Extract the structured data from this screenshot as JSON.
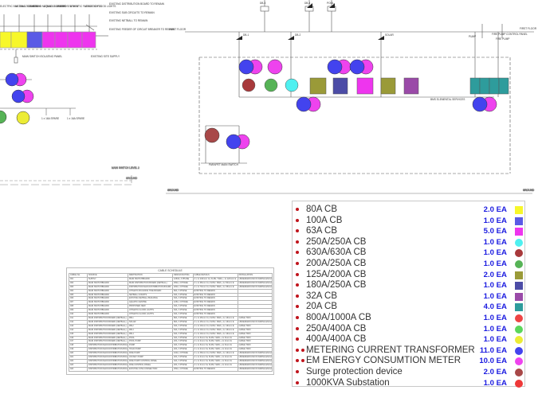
{
  "diagram": {
    "labels": {
      "first_floor_left": "FIRST FLOOR",
      "first_floor_right": "FIRST FLOOR",
      "ground_left": "GROUND",
      "ground_mid": "GROUND",
      "ground_right": "GROUND"
    },
    "top_panel_names": [
      "ELECTRIC BUILDING TIDE BOARD",
      "NETBALL COURTS",
      "EXISTING NETBALL BUILDING",
      "AQUATIC CENTRE",
      "PROPOSED NEW",
      "ATHLETIC FLOOD LIGHTS",
      "ATHLETIC FLOOD LIGHTS"
    ],
    "top_notes": [
      "EXISTING DISTRIBUTION BOARD TO REMAIN",
      "EXISTING SUB CIRCUITS TO REMAIN",
      "EXISTING NETBALL TO REMAIN",
      "EXISTING FEEDER OF CIRCUIT BREAKER TO REMAIN"
    ],
    "spare_labels": [
      "1 x 16A SPARE",
      "1 x 16A SPARE"
    ],
    "feeder_tags": [
      "DB-1",
      "DB-2",
      "SOLAR",
      "DB-3",
      "DB-4",
      "POOL",
      "PUMP",
      "FIRE PUMP CONTROL PANEL",
      "FIRE PUMP"
    ],
    "misc_labels": [
      "MAIN SWITCH ISOLATING PANEL",
      "PARAPET MAIN SWITCH",
      "EXISTING SITE SUPPLY",
      "MAIN SWITCH LEVEL 2",
      "BMS ELEMENTAL SERVICES"
    ]
  },
  "schedule": {
    "title": "CABLE SCHEDULE",
    "headers": [
      "CABLE No.",
      "SOURCE",
      "DESTINATION",
      "DESIGN RATING",
      "CABLE DETAILS",
      "INSTALLATION"
    ],
    "rows": [
      [
        "001",
        "SUPPLY",
        "MAIN SWITCHBOARD",
        "1250A, 3 PHASE",
        "4 x 1c 240mm² Cu XLPE / SWA + 1c 120mm² E",
        "UNDERGROUND IN WIRING ENCLOSURE"
      ],
      [
        "002",
        "MAIN SWITCHBOARD",
        "MAIN DISTRIBUTION BOARD (NETBALL)",
        "250A, 3 PHASE",
        "4 x 1c 95mm² Cu XLPE / SWA + 1c 50mm² E",
        "UNDERGROUND IN WIRING ENCLOSURE"
      ],
      [
        "003",
        "MAIN SWITCHBOARD",
        "DISTRIBUTION MAIN DISTRIBUTION BOARD",
        "200A, 3 PHASE",
        "4 x 1c 70mm² Cu XLPE / SWA + 1c 35mm² E",
        "UNDERGROUND IN WIRING ENCLOSURE"
      ],
      [
        "004",
        "MAIN SWITCHBOARD",
        "ATHLETIC BUILDING TIDE BOARD",
        "80A, 3 PHASE",
        "EXISTING TO REMAIN",
        ""
      ],
      [
        "005",
        "MAIN SWITCHBOARD",
        "NETBALL COURTS",
        "63A, 3 PHASE",
        "EXISTING TO REMAIN",
        ""
      ],
      [
        "006",
        "MAIN SWITCHBOARD",
        "EXISTING NETBALL BUILDING",
        "63A, 3 PHASE",
        "EXISTING TO REMAIN",
        ""
      ],
      [
        "007",
        "MAIN SWITCHBOARD",
        "AQUATIC CENTRE",
        "125A, 3 PHASE",
        "EXISTING TO REMAIN",
        ""
      ],
      [
        "008",
        "MAIN SWITCHBOARD",
        "PROPOSED NEW",
        "63A, 3 PHASE",
        "EXISTING TO REMAIN",
        ""
      ],
      [
        "009",
        "MAIN SWITCHBOARD",
        "ATHLETIC FLOOD LIGHTS",
        "63A, 3 PHASE",
        "EXISTING TO REMAIN",
        ""
      ],
      [
        "010",
        "MAIN SWITCHBOARD",
        "ATHLETIC FLOOD LIGHTS",
        "63A, 3 PHASE",
        "EXISTING TO REMAIN",
        ""
      ],
      [
        "011",
        "MAIN DISTRIBUTION BOARD (NETBALL)",
        "DB-1",
        "80A, 3 PHASE",
        "4 x 1c 25mm² Cu XLPE / SWA + 1c 16mm² E",
        "CABLE TRAY"
      ],
      [
        "012",
        "MAIN DISTRIBUTION BOARD (NETBALL)",
        "SOLAR",
        "80A, 3 PHASE",
        "4 x 1c 25mm² Cu XLPE / SWA + 1c 16mm² E",
        "UNDERGROUND IN WIRING ENCLOSURE"
      ],
      [
        "013",
        "MAIN DISTRIBUTION BOARD (NETBALL)",
        "DB-2",
        "63A, 3 PHASE",
        "4 x 1c 16mm² Cu XLPE / SWA + 1c 16mm² E",
        "CABLE TRAY"
      ],
      [
        "014",
        "MAIN DISTRIBUTION BOARD (NETBALL)",
        "DB-3",
        "63A, 3 PHASE",
        "4 x 1c 16mm² Cu XLPE / SWA + 1c 16mm² E",
        "CABLE TRAY"
      ],
      [
        "015",
        "MAIN DISTRIBUTION BOARD (NETBALL)",
        "DB-4",
        "63A, 3 PHASE",
        "4 x 1c 16mm² Cu XLPE / SWA + 1c 16mm² E",
        "CABLE TRAY"
      ],
      [
        "016",
        "MAIN DISTRIBUTION BOARD (NETBALL)",
        "POOL",
        "32A, 3 PHASE",
        "4 x 1c 6mm² Cu XLPE / SWA + 1c 6mm² E",
        "CABLE TRAY"
      ],
      [
        "017",
        "MAIN DISTRIBUTION BOARD (NETBALL)",
        "POOL PUMP",
        "20A, 3 PHASE",
        "4 x 1c 4mm² Cu XLPE / SWA + 1c 4mm² E",
        "CABLE TRAY"
      ],
      [
        "018",
        "DISTRIBUTION MAIN DISTRIBUTION BOARD",
        "PUMP",
        "32A, 3 PHASE",
        "4 x 1c 6mm² Cu XLPE / SWA + 1c 6mm² E",
        "CABLE TRAY"
      ],
      [
        "019",
        "DISTRIBUTION MAIN DISTRIBUTION BOARD",
        "HOLD PUMP",
        "20A, 3 PHASE",
        "4 x 1c 4mm² Cu XLPE / SWA + 1c 4mm² E",
        "CABLE TRAY"
      ],
      [
        "020",
        "DISTRIBUTION MAIN DISTRIBUTION BOARD",
        "FIRE PUMP",
        "100A, 3 PHASE",
        "4 x 1c 35mm² Cu XLPE / SWA + 1c 16mm² E",
        "UNDERGROUND IN WIRING ENCLOSURE"
      ],
      [
        "021",
        "DISTRIBUTION MAIN DISTRIBUTION BOARD",
        "JOCKEY PUMP",
        "20A, 3 PHASE",
        "4 x 1c 4mm² Cu XLPE / SWA + 1c 4mm² E",
        "UNDERGROUND IN WIRING ENCLOSURE"
      ],
      [
        "022",
        "DISTRIBUTION MAIN DISTRIBUTION BOARD",
        "FIRE PUMP CONTROL PANEL",
        "32A, 3 PHASE",
        "4 x 1c 6mm² Cu XLPE / SWA + 1c 6mm² E",
        "UNDERGROUND IN WIRING ENCLOSURE"
      ],
      [
        "023",
        "DISTRIBUTION MAIN DISTRIBUTION BOARD",
        "FIRE CONTROL PANEL",
        "20A, 3 PHASE",
        "4 x 1c 4mm² Cu XLPE / SWA + 1c 4mm² E",
        "UNDERGROUND IN WIRING ENCLOSURE"
      ],
      [
        "024",
        "DISTRIBUTION MAIN DISTRIBUTION BOARD",
        "EXISTING SITE CONNECTION",
        "250A, 3 PHASE",
        "EXISTING TO REMAIN",
        "UNDERGROUND IN WIRING ENCLOSURE"
      ]
    ]
  },
  "legend": {
    "items": [
      {
        "name": "80A CB",
        "qty": "2.0 EA",
        "color": "#f7f72a",
        "shape": "square",
        "dots": 1
      },
      {
        "name": "100A CB",
        "qty": "1.0 EA",
        "color": "#5a5ae6",
        "shape": "square",
        "dots": 1
      },
      {
        "name": "63A CB",
        "qty": "5.0 EA",
        "color": "#ee35ee",
        "shape": "square",
        "dots": 1
      },
      {
        "name": "250A/250A CB",
        "qty": "1.0 EA",
        "color": "#4ff0f0",
        "shape": "circle",
        "dots": 1
      },
      {
        "name": "630A/630A CB",
        "qty": "1.0 EA",
        "color": "#a8393b",
        "shape": "circle",
        "dots": 1
      },
      {
        "name": "200A/250A CB",
        "qty": "1.0 EA",
        "color": "#56b356",
        "shape": "circle",
        "dots": 1
      },
      {
        "name": "125A/200A CB",
        "qty": "2.0 EA",
        "color": "#9a9a38",
        "shape": "square",
        "dots": 1
      },
      {
        "name": "180A/250A CB",
        "qty": "1.0 EA",
        "color": "#4c4ca6",
        "shape": "square",
        "dots": 1
      },
      {
        "name": "32A CB",
        "qty": "1.0 EA",
        "color": "#9a4aa8",
        "shape": "square",
        "dots": 1
      },
      {
        "name": "20A CB",
        "qty": "4.0 EA",
        "color": "#2e9c9c",
        "shape": "square",
        "dots": 1
      },
      {
        "name": "800A/1000A CB",
        "qty": "1.0 EA",
        "color": "#ee4444",
        "shape": "circle",
        "dots": 1
      },
      {
        "name": "250A/400A CB",
        "qty": "1.0 EA",
        "color": "#5bd65b",
        "shape": "circle",
        "dots": 1
      },
      {
        "name": "400A/400A CB",
        "qty": "1.0 EA",
        "color": "#ecec35",
        "shape": "circle",
        "dots": 1
      },
      {
        "name": "METERING CURRENT TRANSFORMER",
        "qty": "11.0 EA",
        "color": "#4343ee",
        "shape": "circle",
        "dots": 2
      },
      {
        "name": "EM ENERGY CONSUMTION METER",
        "qty": "10.0 EA",
        "color": "#ee43ee",
        "shape": "circle",
        "dots": 2
      },
      {
        "name": "Surge protection device",
        "qty": "2.0 EA",
        "color": "#a84848",
        "shape": "circle",
        "dots": 1
      },
      {
        "name": "1000KVA Substation",
        "qty": "1.0 EA",
        "color": "#ee3838",
        "shape": "circle",
        "dots": 1
      }
    ]
  }
}
